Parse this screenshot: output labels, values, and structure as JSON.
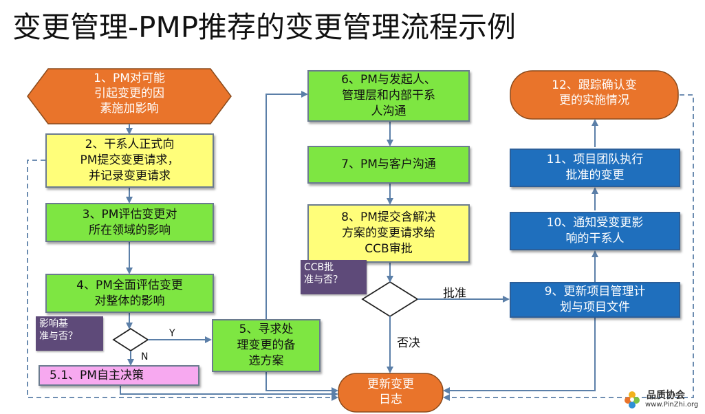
{
  "title": "变更管理-PMP推荐的变更管理流程示例",
  "steps": {
    "s1": "1、PM对可能\n引起变更的因\n素施加影响",
    "s2": "2、干系人正式向\nPM提交变更请求，\n并记录变更请求",
    "s3": "3、PM评估变更对\n所在领域的影响",
    "s4": "4、PM全面评估变更\n对整体的影响",
    "s5": "5、寻求处\n理变更的备\n选方案",
    "s51": "5.1、PM自主决策",
    "s6": "6、PM与发起人、\n管理层和内部干系\n人沟通",
    "s7": "7、PM与客户沟通",
    "s8": "8、PM提交含解决\n方案的变更请求给\nCCB审批",
    "s9": "9、更新项目管理计\n划与项目文件",
    "s10": "10、通知受变更影\n响的干系人",
    "s11": "11、项目团队执行\n批准的变更",
    "s12": "12、跟踪确认变\n更的实施情况",
    "log": "更新变更\n日志"
  },
  "decisions": {
    "baseline_question": "影响基\n准与否？",
    "ccb_question": "CCB批\n准与否？",
    "yes": "Y",
    "no": "N",
    "approved": "批准",
    "rejected": "否决"
  },
  "logo": {
    "name": "品质协会",
    "url": "www.PinZhi.org"
  },
  "colors": {
    "orange": "#e9742b",
    "green": "#7ee642",
    "yellow": "#fffe7a",
    "blue": "#1f6fbd",
    "pink": "#f7a9f0",
    "arrow": "#5b7fa8",
    "callout": "#5e4a79"
  }
}
